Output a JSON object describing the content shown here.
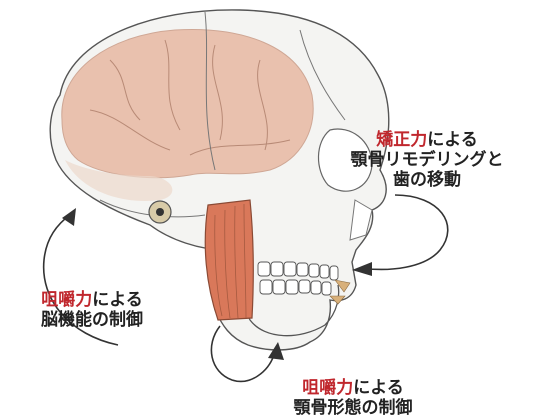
{
  "labels": {
    "orthodontic": {
      "highlight": "矯正力",
      "rest": "による",
      "line2": "顎骨リモデリングと",
      "line3": "歯の移動"
    },
    "brain": {
      "highlight": "咀嚼力",
      "rest": "による",
      "line2": "脳機能の制御"
    },
    "jaw": {
      "highlight": "咀嚼力",
      "rest": "による",
      "line2": "顎骨形態の制御"
    }
  },
  "colors": {
    "highlight": "#c0272d",
    "text": "#222222",
    "brain": "#e8b9a3",
    "muscle": "#d9785a",
    "skull_outline": "#555555",
    "arrow": "#333333"
  },
  "icons": [
    "skull-illustration",
    "brain-illustration",
    "masseter-muscle",
    "teeth",
    "curved-arrow"
  ]
}
